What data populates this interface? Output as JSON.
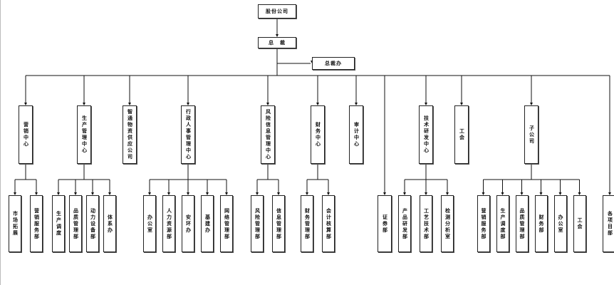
{
  "top": {
    "company": "股份公司",
    "president": "总　裁",
    "office": "总裁办"
  },
  "departments": [
    {
      "label": "营销中心",
      "children": [
        "市场拓展",
        "营销服务部"
      ]
    },
    {
      "label": "生产管理中心",
      "children": [
        "生产调度",
        "品质管理部",
        "动力设备部",
        "体系办"
      ]
    },
    {
      "label": "智通物资供应公司",
      "children": []
    },
    {
      "label": "行政人事管理中心",
      "children": [
        "办公室",
        "人力资源部",
        "安环办",
        "基建办",
        "网络管理部"
      ]
    },
    {
      "label": "风险信息管理中心",
      "children": [
        "风险管理部",
        "信息管理部"
      ]
    },
    {
      "label": "财务中心",
      "children": [
        "财务管理部",
        "会计核算部"
      ]
    },
    {
      "label": "审计中心",
      "children": []
    },
    {
      "label": "证券部",
      "children": []
    },
    {
      "label": "技术研发中心",
      "children": [
        "产品研发部",
        "工艺技术部",
        "检测分析室"
      ]
    },
    {
      "label": "工会",
      "children": []
    },
    {
      "label": "子公司",
      "children": [
        "营销服务部",
        "生产调度部",
        "品质管理部",
        "财务部",
        "办公室",
        "工会"
      ]
    },
    {
      "label": "各项目部",
      "children": []
    }
  ],
  "colors": {
    "line": "#111111",
    "border": "#222222",
    "background": "#ffffff"
  }
}
